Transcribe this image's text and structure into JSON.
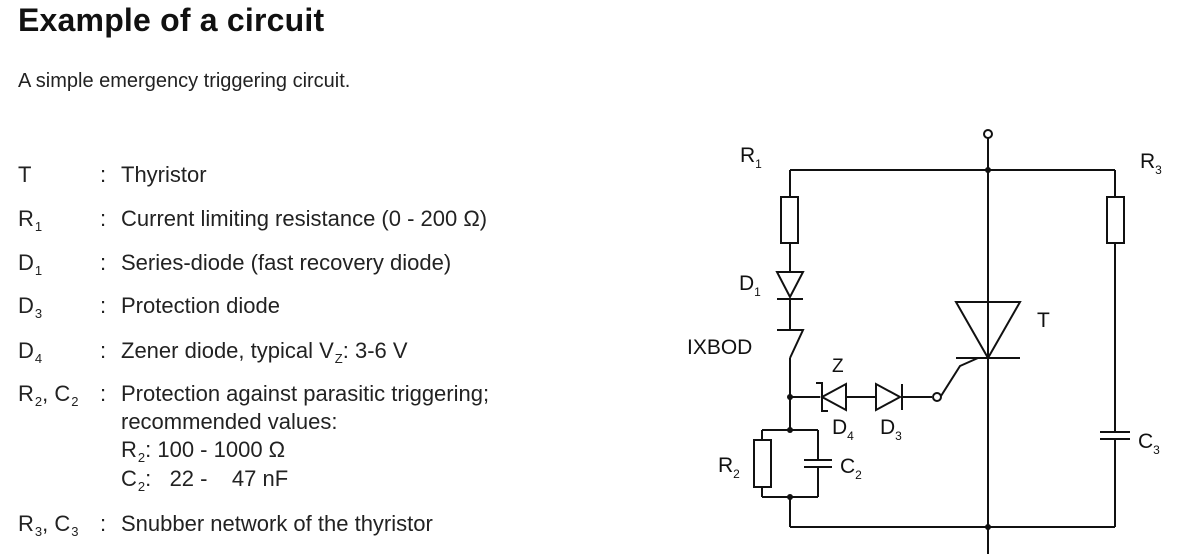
{
  "title": "Example of a circuit",
  "subtitle": "A simple emergency triggering circuit.",
  "legend": [
    {
      "sym_a": "T",
      "sub_a": "",
      "sym_b": "",
      "sub_b": "",
      "desc": "Thyristor"
    },
    {
      "sym_a": "R",
      "sub_a": "1",
      "sym_b": "",
      "sub_b": "",
      "desc": "Current limiting resistance (0 - 200 Ω)"
    },
    {
      "sym_a": "D",
      "sub_a": "1",
      "sym_b": "",
      "sub_b": "",
      "desc": "Series-diode (fast recovery diode)"
    },
    {
      "sym_a": "D",
      "sub_a": "3",
      "sym_b": "",
      "sub_b": "",
      "desc": "Protection diode"
    },
    {
      "sym_a": "D",
      "sub_a": "4",
      "sym_b": "",
      "sub_b": "",
      "desc": "Zener diode, typical V",
      "desc_sub": "Z",
      "desc_tail": ": 3-6 V"
    },
    {
      "sym_a": "R",
      "sub_a": "2",
      "sym_b": ", C",
      "sub_b": "2",
      "desc": "Protection against parasitic triggering;",
      "desc2": "recommended values:"
    },
    {
      "sym_a": "R",
      "sub_a": "3",
      "sym_b": ", C",
      "sub_b": "3",
      "desc": "Snubber network of the thyristor"
    }
  ],
  "recommended": {
    "r2": {
      "sym": "R",
      "sub": "2",
      "text": ": 100 - 1000 Ω"
    },
    "c2": {
      "sym": "C",
      "sub": "2",
      "text": ":   22 -    47 nF"
    }
  },
  "colon": ":",
  "circuit_labels": {
    "r1": {
      "sym": "R",
      "sub": "1"
    },
    "r2": {
      "sym": "R",
      "sub": "2"
    },
    "r3": {
      "sym": "R",
      "sub": "3"
    },
    "d1": {
      "sym": "D",
      "sub": "1"
    },
    "d3": {
      "sym": "D",
      "sub": "3"
    },
    "d4": {
      "sym": "D",
      "sub": "4"
    },
    "c2": {
      "sym": "C",
      "sub": "2"
    },
    "c3": {
      "sym": "C",
      "sub": "3"
    },
    "z": "Z",
    "t": "T",
    "ixbod": "IXBOD"
  }
}
